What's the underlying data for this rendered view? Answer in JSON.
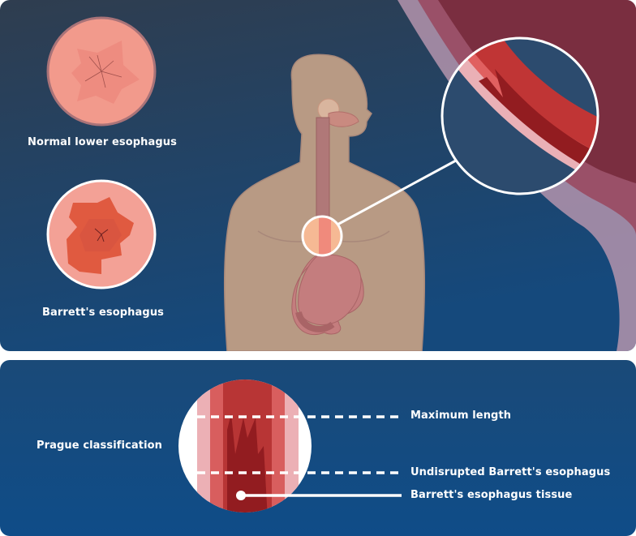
{
  "top_panel": {
    "normal_label": "Normal lower esophagus",
    "barrett_label": "Barrett's esophagus"
  },
  "bottom_panel": {
    "title": "Prague classification",
    "labels": {
      "maximum_length": "Maximum length",
      "undisrupted": "Undisrupted Barrett's esophagus",
      "tissue": "Barrett's esophagus tissue"
    }
  },
  "colors": {
    "panel_top_start": "#2f3d4f",
    "panel_top_end": "#15497c",
    "panel_bottom": "#134a80",
    "skin": "#b89a84",
    "normal_mucosa": "#f29a8c",
    "barrett_tissue": "#e05a40",
    "esophagus_dark": "#9a1c1f"
  }
}
